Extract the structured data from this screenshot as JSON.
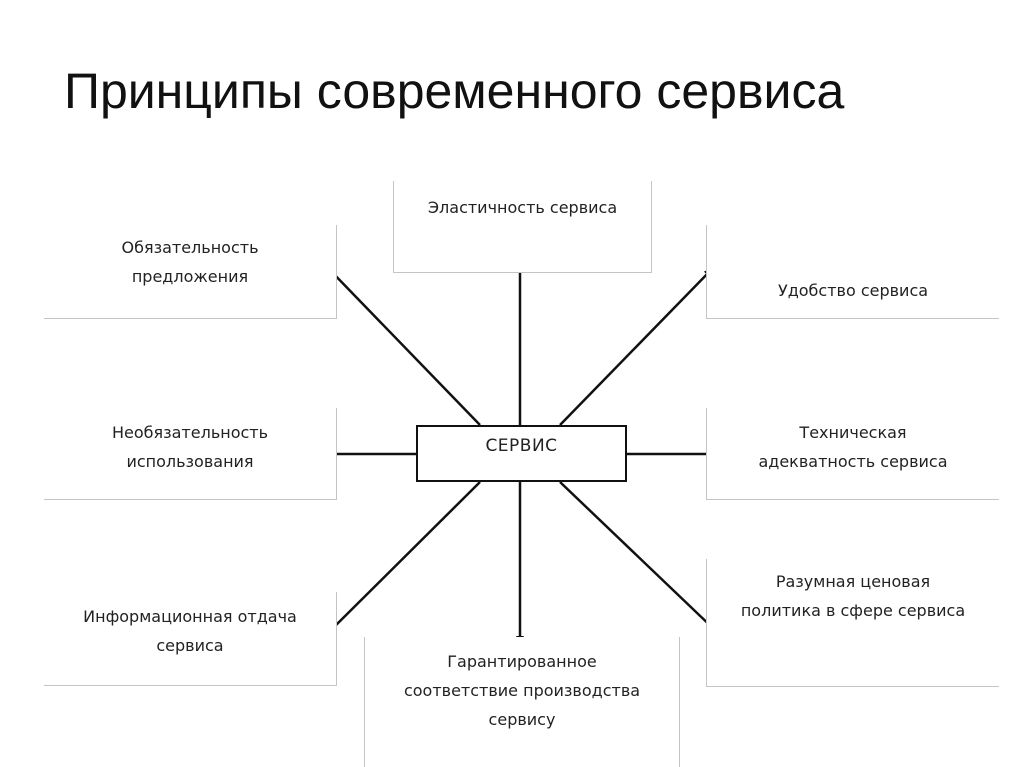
{
  "title": "Принципы современного сервиса",
  "center": "СЕРВИС",
  "principles": {
    "elasticity": "Эластичность сервиса",
    "obligatory_offer": "Обязательность\nпредложения",
    "convenience": "Удобство сервиса",
    "optional_use": "Необязательность\nиспользования",
    "technical_adequacy": "Техническая\nадекватность сервиса",
    "information_return": "Информационная отдача\nсервиса",
    "guaranteed_compliance": "Гарантированное\nсоответствие производства\nсервису",
    "reasonable_pricing": "Разумная ценовая\nполитика в сфере сервиса"
  }
}
